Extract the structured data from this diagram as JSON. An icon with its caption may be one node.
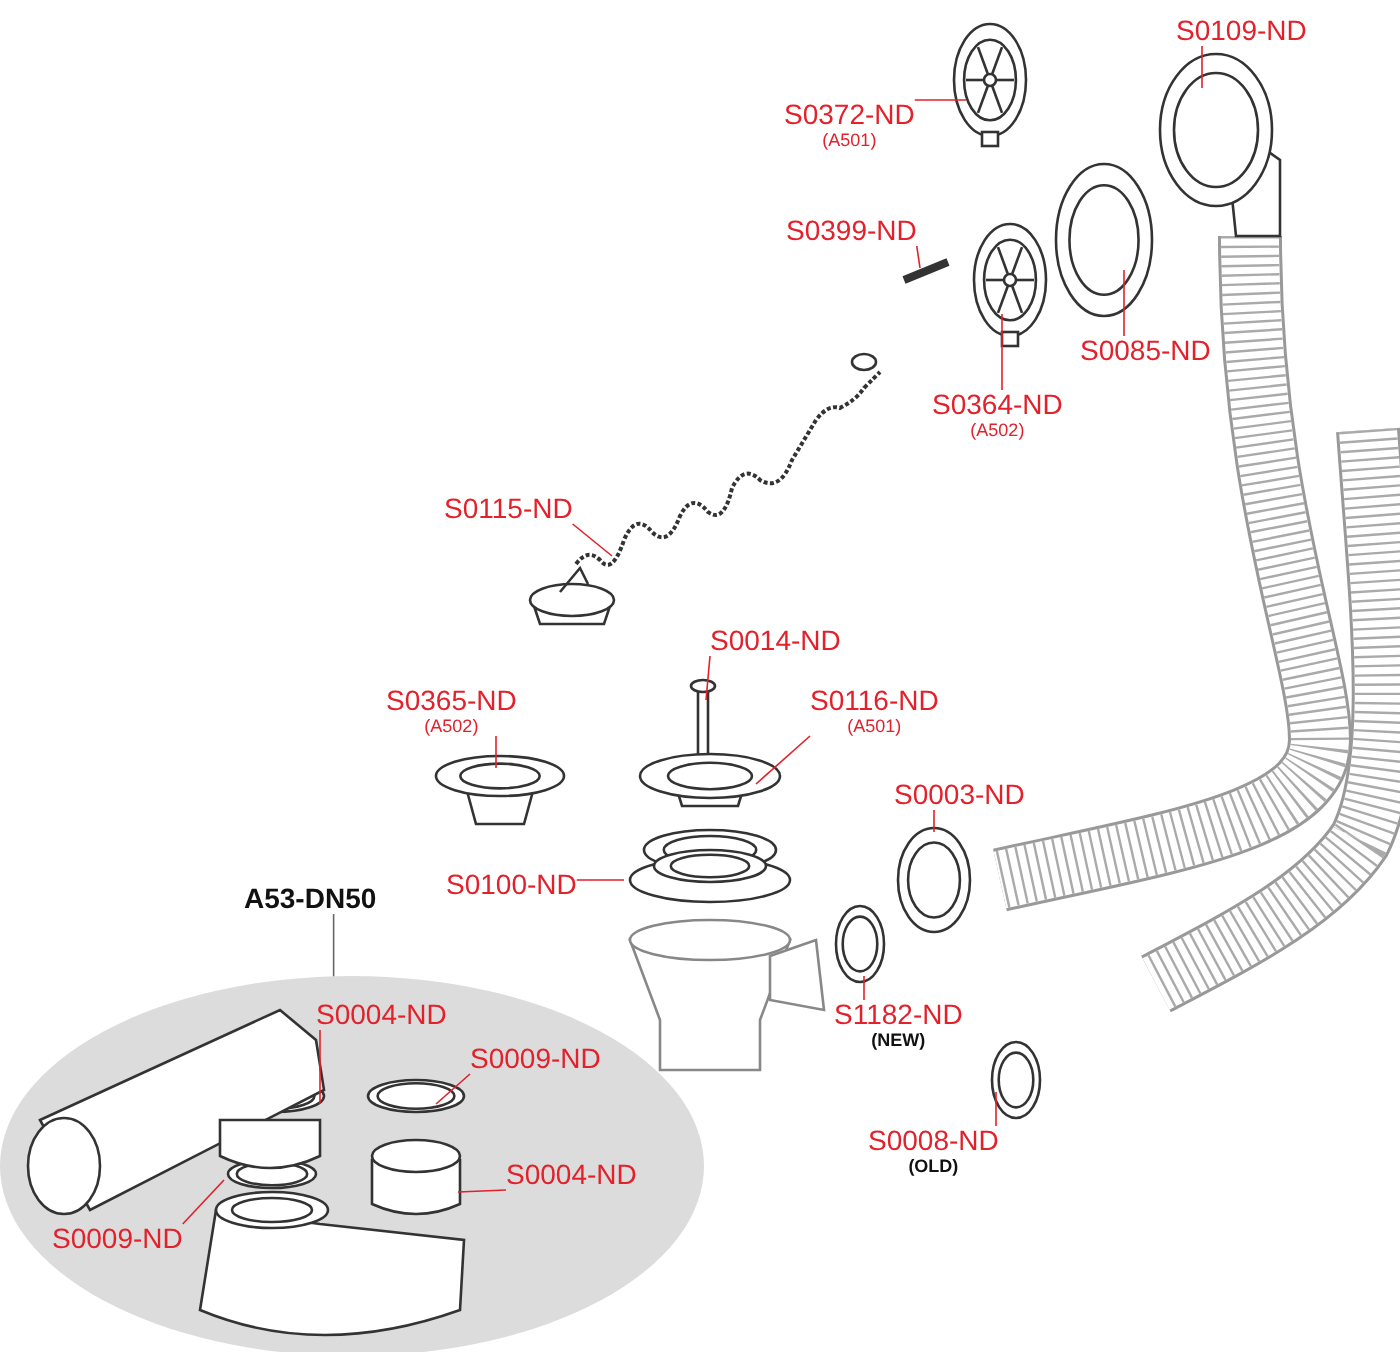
{
  "diagram": {
    "nodes": [
      {
        "text": [
          "S0372-ND"
        ],
        "beside": [
          "(A501)"
        ]
      },
      {
        "text": [
          "S0109-ND"
        ]
      },
      {
        "text": [
          "S0399-ND"
        ]
      },
      {
        "text": [
          "S0085-ND"
        ]
      },
      {
        "text": [
          "S0364-ND"
        ],
        "beside": [
          "(A502)"
        ]
      },
      {
        "text": [
          "S0115-ND"
        ]
      },
      {
        "text": [
          "S0014-ND"
        ]
      },
      {
        "text": [
          "S0365-ND"
        ],
        "beside": [
          "(A502)"
        ]
      },
      {
        "text": [
          "S0116-ND"
        ],
        "beside": [
          "(A501)"
        ]
      },
      {
        "text": [
          "S0003-ND"
        ]
      },
      {
        "text": [
          "S0100-ND"
        ]
      },
      {
        "text": [
          "A53-DN50"
        ]
      },
      {
        "text": [],
        "shape": "ellipse"
      },
      {
        "text": [
          "S0004-ND"
        ],
        "in": 12
      },
      {
        "text": [
          "S0009-ND"
        ],
        "in": 12
      },
      {
        "text": [
          "S1182-ND"
        ],
        "beside": [
          "(NEW)"
        ]
      },
      {
        "text": [
          "S0004-ND"
        ],
        "in": 12
      },
      {
        "text": [
          "S0009-ND"
        ],
        "in": 12
      },
      {
        "text": [
          "S0008-ND"
        ],
        "beside": [
          "(OLD)"
        ]
      }
    ],
    "edges": [
      {
        "from": 0,
        "to": null,
        "arrow": "none"
      },
      {
        "from": 1,
        "to": null,
        "arrow": "none"
      },
      {
        "from": 2,
        "to": null,
        "arrow": "none"
      },
      {
        "from": 3,
        "to": null,
        "arrow": "none"
      },
      {
        "from": 4,
        "to": null,
        "arrow": "none"
      },
      {
        "from": 5,
        "to": null,
        "arrow": "none"
      },
      {
        "from": 6,
        "to": null,
        "arrow": "none"
      },
      {
        "from": 7,
        "to": null,
        "arrow": "none"
      },
      {
        "from": 8,
        "to": null,
        "arrow": "none"
      },
      {
        "from": 9,
        "to": null,
        "arrow": "none"
      },
      {
        "from": 10,
        "to": null,
        "arrow": "none"
      },
      {
        "from": 11,
        "to": 12,
        "arrow": "none",
        "color": "#666666"
      },
      {
        "from": 13,
        "to": null,
        "arrow": "none"
      },
      {
        "from": 14,
        "to": null,
        "arrow": "none"
      },
      {
        "from": 15,
        "to": null,
        "arrow": "none"
      },
      {
        "from": 16,
        "to": null,
        "arrow": "none"
      },
      {
        "from": 17,
        "to": null,
        "arrow": "none"
      },
      {
        "from": 18,
        "to": null,
        "arrow": "none"
      }
    ]
  }
}
